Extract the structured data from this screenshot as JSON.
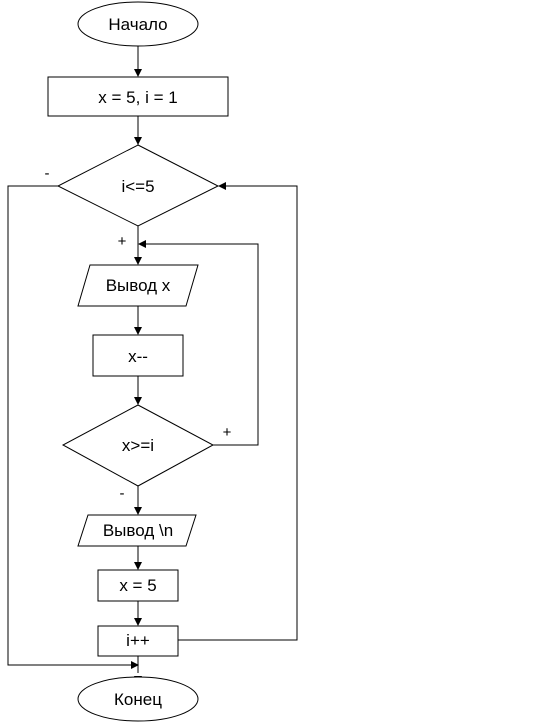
{
  "nodes": {
    "start": "Начало",
    "init": "x = 5, i = 1",
    "cond_outer": "i<=5",
    "output_x": "Вывод x",
    "decrement": "x--",
    "cond_inner": "x>=i",
    "output_newline": "Вывод \\n",
    "reset_x": "x = 5",
    "increment": "i++",
    "end": "Конец"
  },
  "edge_labels": {
    "outer_false": "-",
    "outer_true": "+",
    "inner_true": "+",
    "inner_false": "-"
  }
}
